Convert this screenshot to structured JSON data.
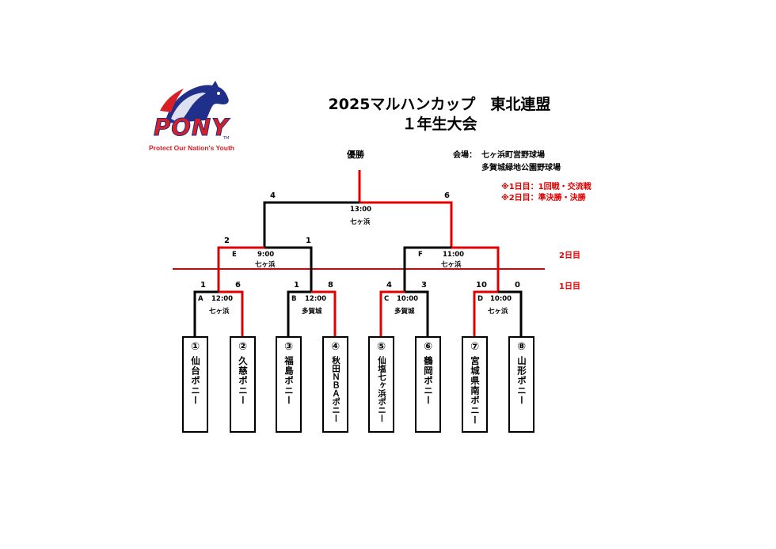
{
  "logo": {
    "wordmark": "PONY",
    "tagline": "Protect Our Nation's Youth",
    "tm": "TM"
  },
  "title": {
    "line1": "2025マルハンカップ　東北連盟",
    "line2": "１年生大会"
  },
  "champion_label": "優勝",
  "venue": {
    "label": "会場：",
    "venue1": "七ヶ浜町営野球場",
    "venue2": "多賀城緑地公園野球場"
  },
  "schedule_notes": [
    "※1日目：1回戦・交流戦",
    "※2日目：準決勝・決勝"
  ],
  "day_labels": {
    "day2": "2日目",
    "day1": "1日目"
  },
  "colors": {
    "winner": "#e00000",
    "loser": "#000000",
    "logo_blue": "#1f2f8a",
    "logo_red": "#d81f26"
  },
  "final": {
    "time": "13:00",
    "place": "七ヶ浜",
    "score_left": "4",
    "score_right": "6"
  },
  "semifinals": [
    {
      "code": "E",
      "time": "9:00",
      "place": "七ヶ浜",
      "score_left": "2",
      "score_right": "1"
    },
    {
      "code": "F",
      "time": "11:00",
      "place": "七ヶ浜",
      "score_left": "",
      "score_right": ""
    }
  ],
  "first_round": [
    {
      "code": "A",
      "time": "12:00",
      "place": "七ヶ浜",
      "score_left": "1",
      "score_right": "6"
    },
    {
      "code": "B",
      "time": "12:00",
      "place": "多賀城",
      "score_left": "1",
      "score_right": "8"
    },
    {
      "code": "C",
      "time": "10:00",
      "place": "多賀城",
      "score_left": "4",
      "score_right": "3"
    },
    {
      "code": "D",
      "time": "10:00",
      "place": "七ヶ浜",
      "score_left": "10",
      "score_right": "0"
    }
  ],
  "teams": [
    {
      "num": "①",
      "name": "仙台ポニー"
    },
    {
      "num": "②",
      "name": "久慈ポニー"
    },
    {
      "num": "③",
      "name": "福島ポニー"
    },
    {
      "num": "④",
      "name": "秋田ＮＢＡポニー"
    },
    {
      "num": "⑤",
      "name": "仙塩七ヶ浜ポニー"
    },
    {
      "num": "⑥",
      "name": "鶴岡ポニー"
    },
    {
      "num": "⑦",
      "name": "宮城県南ポニー"
    },
    {
      "num": "⑧",
      "name": "山形ポニー"
    }
  ]
}
